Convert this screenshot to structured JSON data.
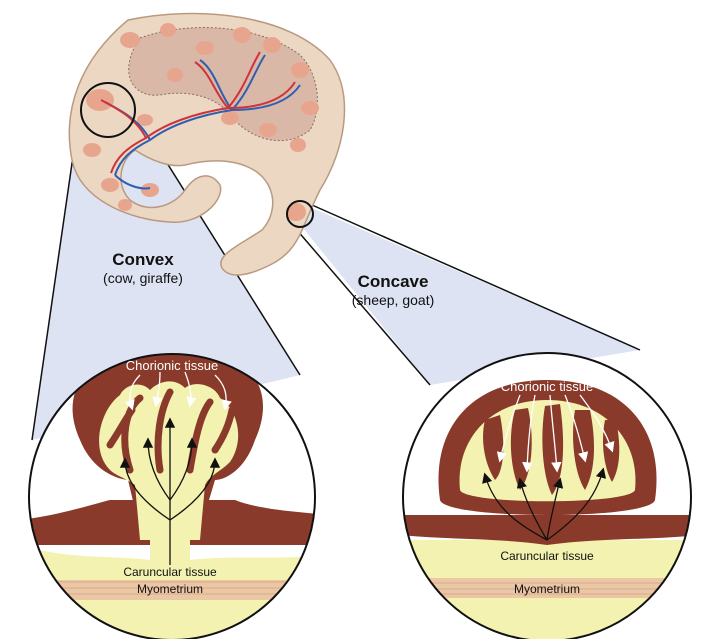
{
  "left_panel": {
    "title": "Convex",
    "subtitle": "(cow, giraffe)",
    "chorionic_label": "Chorionic tissue",
    "caruncular_label": "Caruncular tissue",
    "myometrium_label": "Myometrium"
  },
  "right_panel": {
    "title": "Concave",
    "subtitle": "(sheep, goat)",
    "chorionic_label": "Chorionic tissue",
    "caruncular_label": "Caruncular tissue",
    "myometrium_label": "Myometrium"
  },
  "colors": {
    "chorion_brown": "#8a3a2a",
    "caruncle_yellow": "#f3f2b0",
    "myometrium_tan": "#ecc7a6",
    "uterus_tan": "#ecd7c2",
    "cotyledon": "#e8a58e",
    "zoom_fill": "#dde3f3",
    "artery": "#d0323a",
    "vein": "#2f5fb0"
  }
}
